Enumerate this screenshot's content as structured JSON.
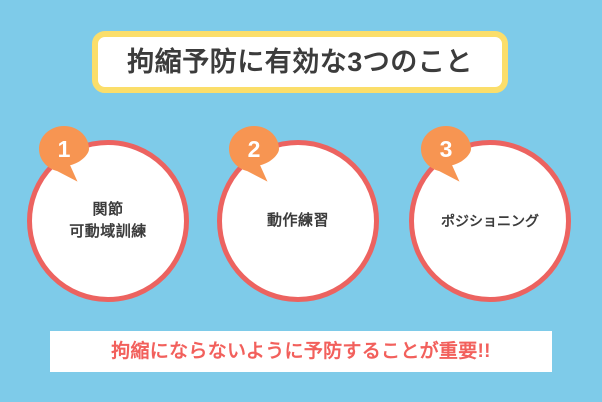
{
  "background_color": "#7ECBE9",
  "title": {
    "text": "拘縮予防に有効な3つのこと",
    "border_color": "#FBDE6A",
    "fill_color": "#FFFFFF",
    "text_color": "#3C3C3C"
  },
  "items": [
    {
      "number": "1",
      "label": "関節\n可動域訓練",
      "badge_color": "#F79552",
      "circle_border_color": "#EC6360",
      "circle_fill_color": "#FFFFFF",
      "text_color": "#3C3C3C"
    },
    {
      "number": "2",
      "label": "動作練習",
      "badge_color": "#F79552",
      "circle_border_color": "#EC6360",
      "circle_fill_color": "#FFFFFF",
      "text_color": "#3C3C3C"
    },
    {
      "number": "3",
      "label": "ポジショニング",
      "badge_color": "#F79552",
      "circle_border_color": "#EC6360",
      "circle_fill_color": "#FFFFFF",
      "text_color": "#3C3C3C"
    }
  ],
  "banner": {
    "text": "拘縮にならないように予防することが重要!!",
    "fill_color": "#FFFFFF",
    "text_color": "#F2605C"
  }
}
